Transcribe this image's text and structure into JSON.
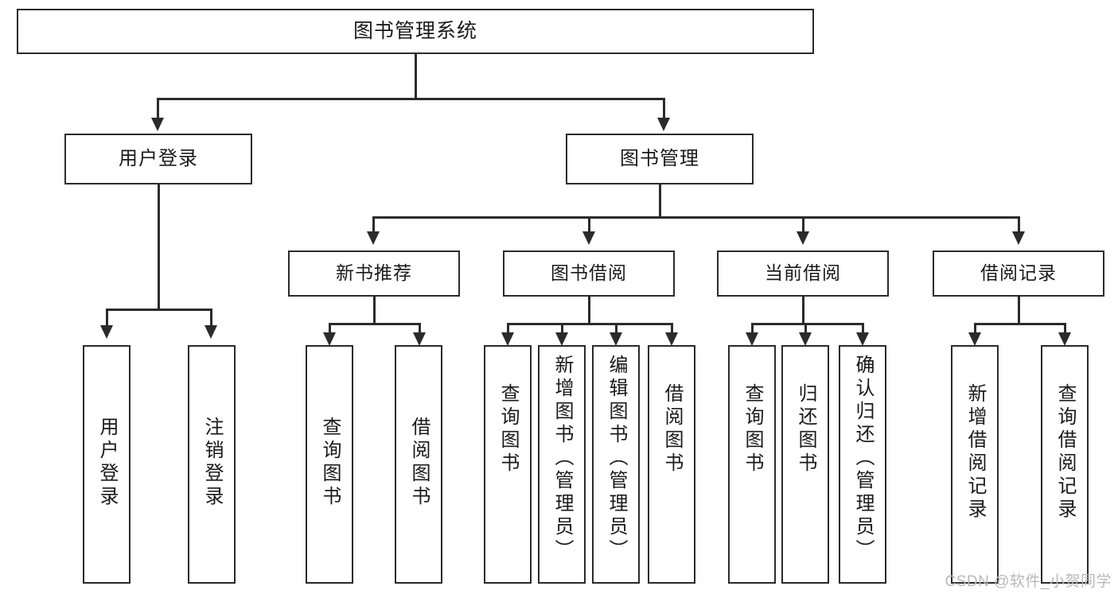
{
  "diagram": {
    "title": "图书管理系统",
    "type": "tree",
    "orientation": "top-down",
    "stroke_color": "#2b2b2b",
    "background_color": "#ffffff",
    "text_color": "#1a1a1a"
  },
  "root": {
    "label": "图书管理系统"
  },
  "level2": [
    {
      "label": "用户登录"
    },
    {
      "label": "图书管理"
    }
  ],
  "level3": [
    {
      "label": "新书推荐"
    },
    {
      "label": "图书借阅"
    },
    {
      "label": "当前借阅"
    },
    {
      "label": "借阅记录"
    }
  ],
  "leaves": {
    "user_login": [
      {
        "label": "用户登录"
      },
      {
        "label": "注销登录"
      }
    ],
    "new_book_recommend": [
      {
        "label": "查询图书"
      },
      {
        "label": "借阅图书"
      }
    ],
    "book_borrow": [
      {
        "label": "查询图书"
      },
      {
        "label": "新增图书（管理员）"
      },
      {
        "label": "编辑图书（管理员）"
      },
      {
        "label": "借阅图书"
      }
    ],
    "current_borrow": [
      {
        "label": "查询图书"
      },
      {
        "label": "归还图书"
      },
      {
        "label": "确认归还（管理员）"
      }
    ],
    "borrow_record": [
      {
        "label": "新增借阅记录"
      },
      {
        "label": "查询借阅记录"
      }
    ]
  },
  "watermark": {
    "text": "CSDN @软件_小贺同学"
  }
}
